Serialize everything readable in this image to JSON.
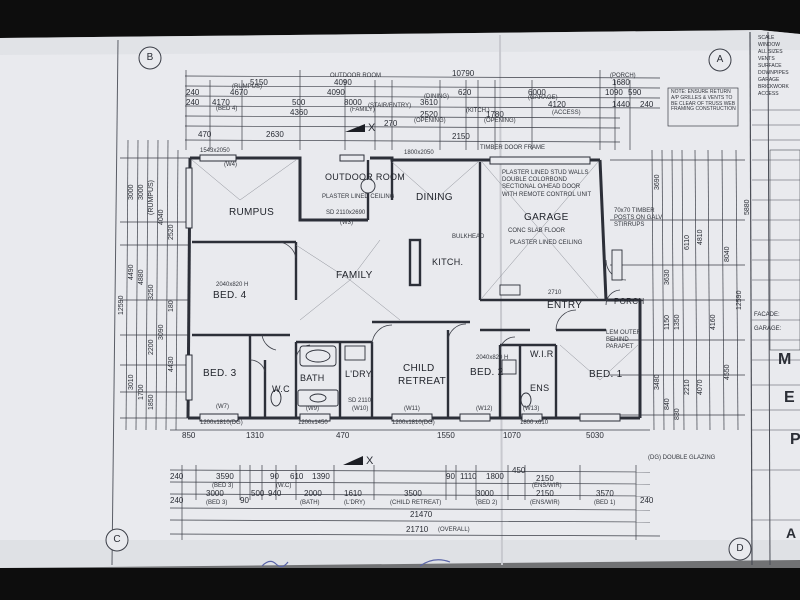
{
  "rooms": {
    "rumpus": "RUMPUS",
    "outdoor_room": "OUTDOOR ROOM",
    "dining": "DINING",
    "garage": "GARAGE",
    "kitch": "KITCH.",
    "family": "FAMILY",
    "bed4": "BED. 4",
    "entry": "ENTRY",
    "porch": "PORCH",
    "bed3": "BED. 3",
    "wc": "W.C",
    "bath": "BATH",
    "ldry": "L'DRY.",
    "child_retreat_1": "CHILD",
    "child_retreat_2": "RETREAT",
    "bed2": "BED. 2",
    "wir": "W.I.R",
    "ens": "ENS",
    "bed1": "BED. 1"
  },
  "grid_markers": {
    "b": "B",
    "a": "A",
    "c": "C",
    "d": "D"
  },
  "section_marks": {
    "top": "X",
    "bottom": "X"
  },
  "notes": {
    "outdoor_ceiling": "PLASTER LINED CEILING",
    "outdoor_sd": "SD 2110x2690",
    "garage_note": "PLASTER LINED STUD WALLS DOUBLE COLORBOND SECTIONAL O/HEAD DOOR WITH REMOTE CONTROL UNIT",
    "garage_floor": "CONC SLAB FLOOR",
    "garage_ceiling": "PLASTER LINED CEILING",
    "timber_door": "TIMBER DOOR FRAME",
    "garage_posts": "70x70 TIMBER POSTS ON GALV STIRRUPS",
    "entry_dim": "2710",
    "bulkhead": "BULKHEAD",
    "parapet": "LEM OUTER BEHIND PARAPET",
    "roof_note": "NOTE: ENSURE RETURN A/P GRILLES & VENTS TO BE CLEAR OF TRUSS WEB FRAMING CONSTRUCTION",
    "double_glazing": "(DG) DOUBLE GLAZING",
    "w4": "(W4)",
    "w3": "(W3)",
    "w7": "(W7)",
    "w9": "(W9)",
    "w10": "(W10)",
    "w11": "(W11)",
    "w12": "(W12)",
    "w13": "(W13)",
    "sd_2110": "SD 2110",
    "door_size": "2040x820 H",
    "window_1200": "1200x1810(DG)",
    "window_1200b": "1200x1450",
    "window_1800": "1800 x610",
    "opening_1543": "1543x2050",
    "opening_1800": "1800x2050"
  },
  "top_dims": {
    "row1_overall": "10790",
    "row2": [
      "5150",
      "4090",
      "1680"
    ],
    "row2_labels": [
      "OUTDOOR ROOM",
      "(PORCH)"
    ],
    "row3": [
      "4670",
      "240",
      "4090",
      "620",
      "6000",
      "1090",
      "590"
    ],
    "row3_labels": [
      "(RUMPUS)",
      "(DINING)",
      "(GARAGE)"
    ],
    "row4": [
      "240",
      "4170",
      "500",
      "3610",
      "8000",
      "4120",
      "1440",
      "240"
    ],
    "row4_labels": [
      "(BED 4)",
      "(FAMILY)",
      "(KITCH.)",
      "(ACCESS)"
    ],
    "row5": [
      "4360",
      "2520",
      "1780"
    ],
    "row5_labels": [
      "(STAIR/ENTRY)",
      "(OPENING)",
      "(OPENING)"
    ],
    "row6": [
      "270",
      "2630",
      "2150",
      "470"
    ]
  },
  "bottom_dims": {
    "row1": [
      "850",
      "1310",
      "470",
      "1550",
      "1070",
      "5030"
    ],
    "row2": [
      "240",
      "3590",
      "90",
      "610",
      "1390",
      "90",
      "1110",
      "1800",
      "450",
      "2150"
    ],
    "row2_labels": [
      "(BED 3)",
      "(W.C)",
      "(ENS/WIR)"
    ],
    "row3": [
      "240",
      "3000",
      "90",
      "500",
      "940",
      "2000",
      "1610",
      "3500",
      "3000",
      "2150",
      "3570",
      "240"
    ],
    "row3_labels": [
      "(BED 3)",
      "(BATH)",
      "(L'DRY)",
      "(CHILD RETREAT)",
      "(BED 2)",
      "(ENS/WIR)",
      "(BED 1)"
    ],
    "row4": "21470",
    "row5": "21710",
    "row5_label": "(OVERALL)"
  },
  "left_dims": [
    "3000",
    "3000",
    "(RUMPUS)",
    "4040",
    "4490",
    "2520",
    "4880",
    "3250",
    "180",
    "3090",
    "2200",
    "3010",
    "1700",
    "1850",
    "4430",
    "12590"
  ],
  "right_dims": [
    "3690",
    "5880",
    "6110",
    "4810",
    "8040",
    "12590",
    "3630",
    "1150",
    "1350",
    "4160",
    "3480",
    "2210",
    "4070",
    "4550",
    "840",
    "830"
  ],
  "title_block": {
    "letters": [
      "M",
      "E",
      "P",
      "A"
    ],
    "lines": [
      "SCALE",
      "WINDOW",
      "ALL SIZES",
      "VENTS",
      "SURFACE",
      "DOWNPIPES",
      "GARAGE",
      "BRICKWORK",
      "ACCESS"
    ],
    "facade": "FACADE:",
    "garage": "GARAGE:"
  }
}
